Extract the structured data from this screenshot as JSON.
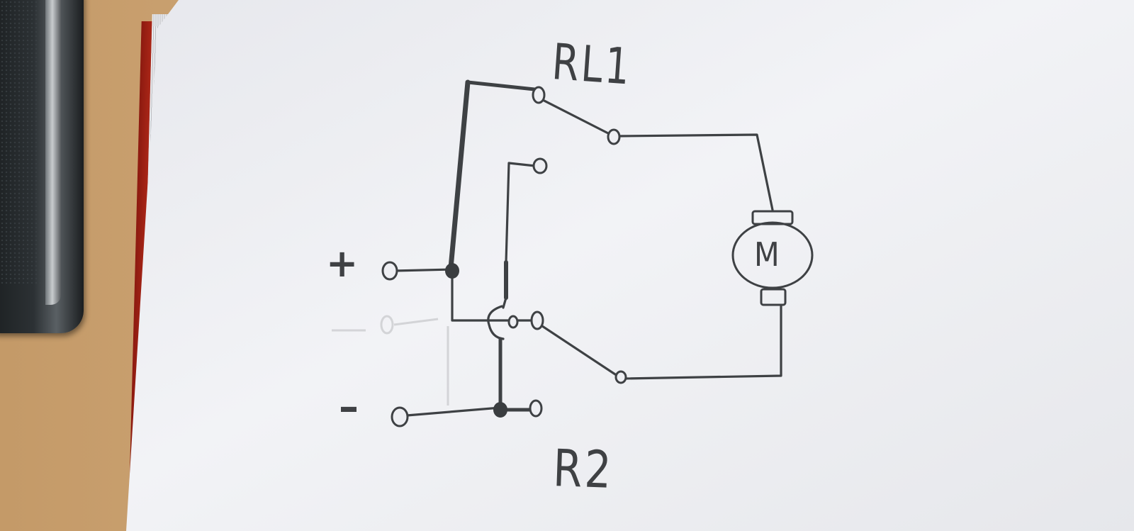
{
  "diagram": {
    "relay_1_label": "RL1",
    "relay_2_label": "R2",
    "positive_terminal_label": "+",
    "negative_terminal_label": "–",
    "motor_label": "M"
  },
  "colors": {
    "pencil": "#3c3f42",
    "paper": "#eeeff3",
    "desk": "#caa272",
    "book_red": "#c8321e"
  }
}
